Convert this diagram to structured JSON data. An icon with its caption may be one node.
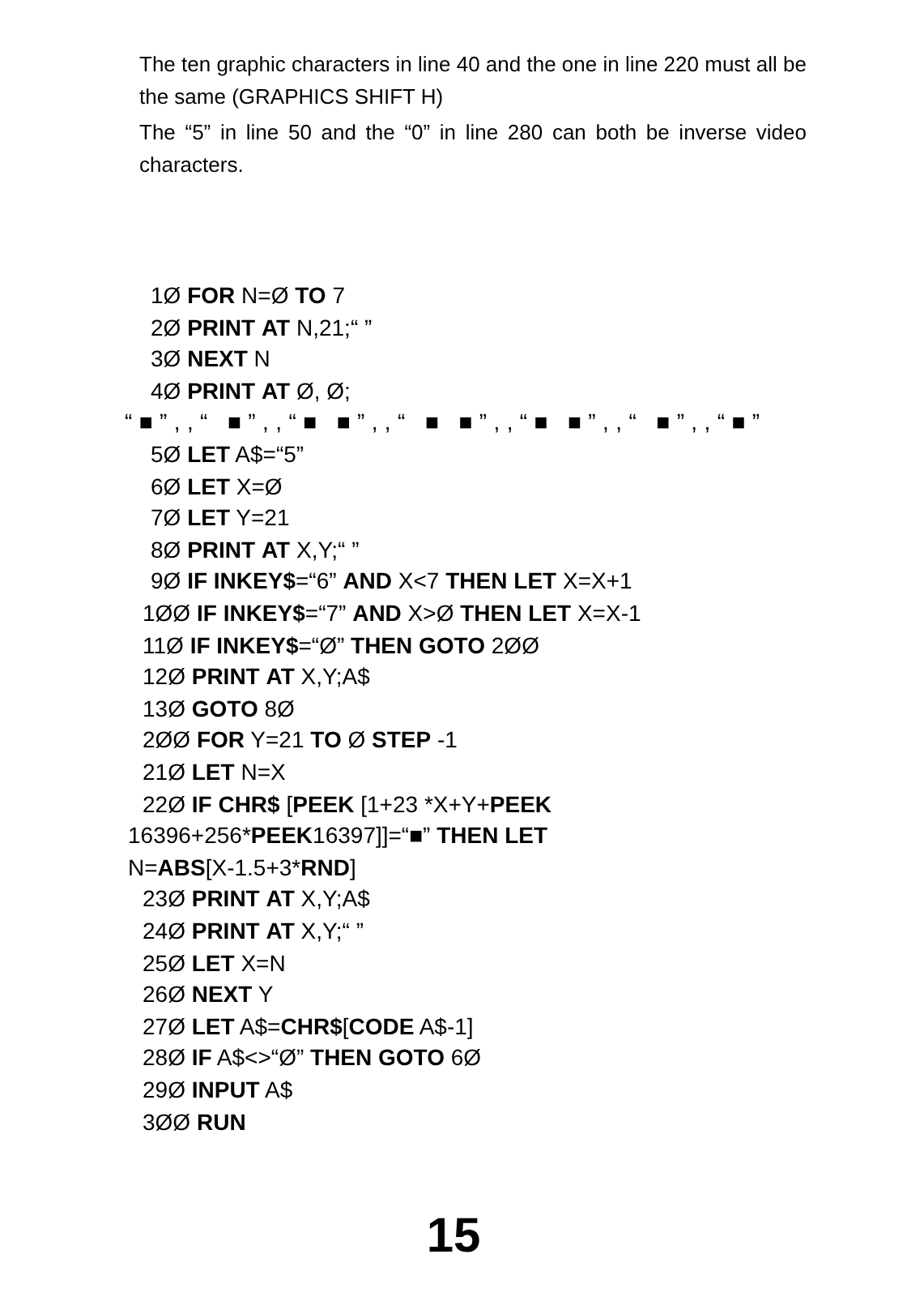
{
  "diagram": {
    "labels": [
      "The ten graphic characters in line 40 and the one in line 220 must all be the same (GRAPHICS SHIFT H)",
      "The “5” in line 50 and the “0” in line 280 can both be inverse video characters.",
      "1Ø FOR N=Ø TO 7",
      "2Ø PRINT AT N,21;“ ”",
      "3Ø NEXT N",
      "4Ø PRINT AT Ø, Ø;",
      "“■”,,“ ■”,,“■ ■”,,“ ■ ■”,,“■ ■”,,“ ■”,,“■”",
      "5Ø LET A$=“5”",
      "6Ø LET X=Ø",
      "7Ø LET Y=21",
      "8Ø PRINT AT X,Y;“ ”",
      "9Ø IF INKEY$=“6” AND X<7 THEN LET X=X+1",
      "1ØØ IF INKEY$=“7” AND X>Ø THEN LET X=X-1",
      "11Ø IF INKEY$=“Ø” THEN GOTO 2ØØ",
      "12Ø PRINT AT X,Y;A$",
      "13Ø GOTO 8Ø",
      "2ØØ FOR Y=21 TO Ø STEP -1",
      "21Ø LET N=X",
      "22Ø IF CHR$ [PEEK [1+23 *X+Y+PEEK",
      "16396+256*PEEK16397]]=“■” THEN LET",
      "N=ABS[X-1.5+3*RND]",
      "23Ø PRINT AT X,Y;A$",
      "24Ø PRINT AT X,Y;“ ”",
      "25Ø LET X=N",
      "26Ø NEXT Y",
      "27Ø LET A$=CHR$[CODE A$-1]",
      "28Ø IF A$<>“Ø” THEN GOTO 6Ø",
      "29Ø INPUT A$",
      "3ØØ RUN",
      "15"
    ]
  }
}
